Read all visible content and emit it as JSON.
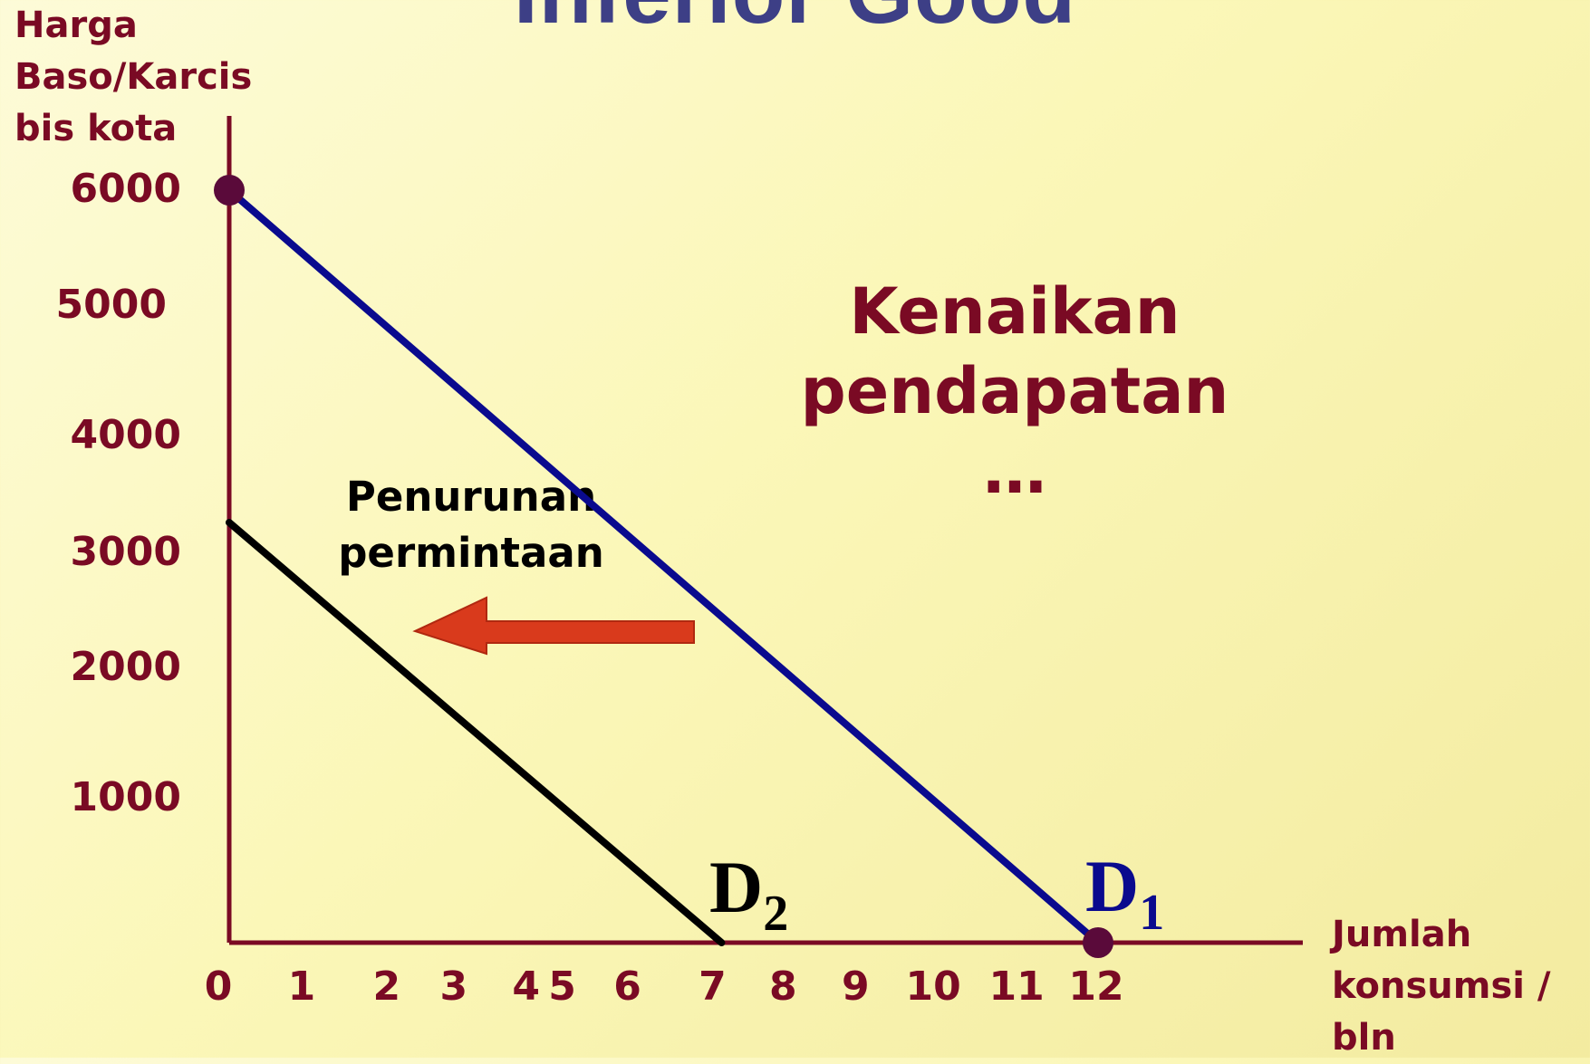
{
  "slide": {
    "title": "Inferior Good"
  },
  "chart_data": {
    "type": "line",
    "ylabel_lines": [
      "Harga",
      "Baso/Karcis",
      "bis kota"
    ],
    "xlabel_lines": [
      "Jumlah",
      "konsumsi /",
      "bln"
    ],
    "x_ticks": [
      0,
      1,
      2,
      3,
      4,
      5,
      6,
      7,
      8,
      9,
      10,
      11,
      12
    ],
    "y_ticks": [
      1000,
      2000,
      3000,
      4000,
      5000,
      6000
    ],
    "xlim": [
      0,
      12
    ],
    "ylim": [
      0,
      6000
    ],
    "grid": false,
    "series": [
      {
        "name": "D1",
        "sub": "1",
        "color": "#0a0a8e",
        "x": [
          0,
          12
        ],
        "y": [
          6000,
          0
        ]
      },
      {
        "name": "D2",
        "sub": "2",
        "color": "#000000",
        "x": [
          0,
          6.8
        ],
        "y": [
          3200,
          0
        ]
      }
    ],
    "markers": [
      {
        "x": 0,
        "y": 6000
      },
      {
        "x": 12,
        "y": 0
      }
    ],
    "marker_color": "#5a0a3a",
    "annotations": {
      "income_lines": [
        "Kenaikan",
        "pendapatan",
        "…"
      ],
      "shift_lines": [
        "Penurunan",
        "permintaan"
      ],
      "arrow_color": "#d93a1c"
    },
    "axis_color": "#7a0a24"
  }
}
